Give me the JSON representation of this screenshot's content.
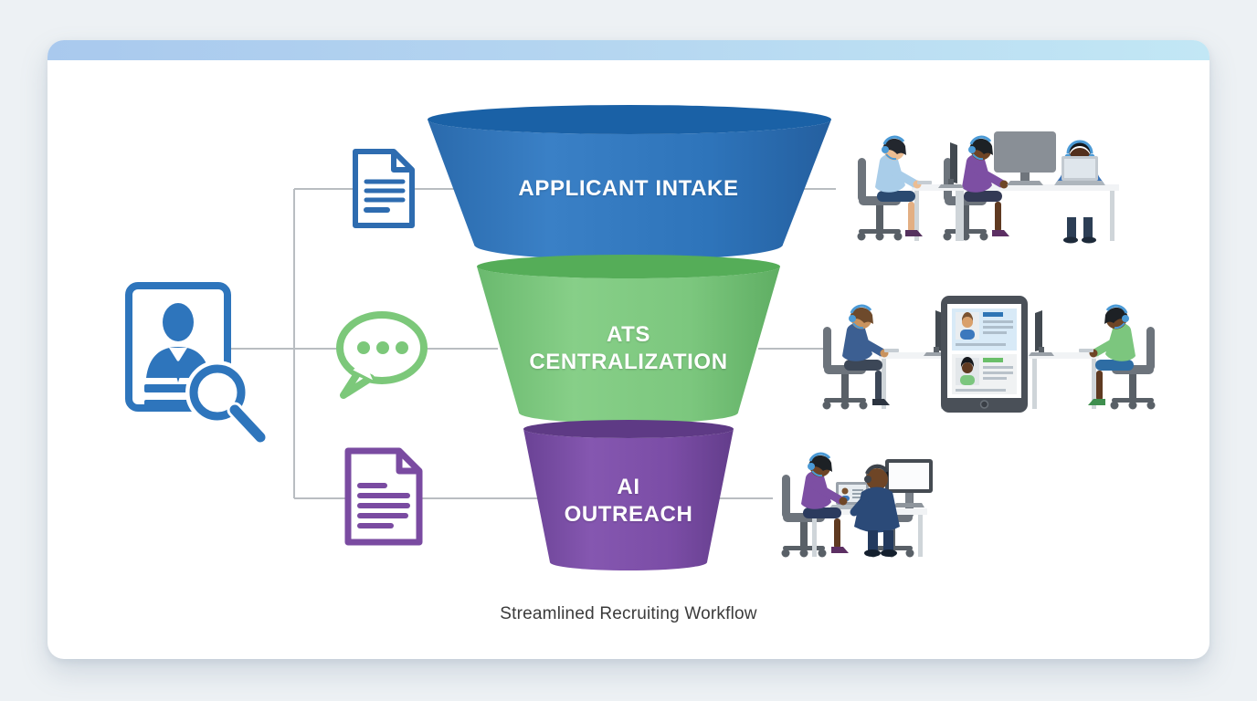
{
  "card": {
    "name": "slide-card",
    "header_gradient_left": "#a9c9ee",
    "header_gradient_right": "#c2e7f5"
  },
  "funnel": {
    "caption": "Streamlined Recruiting Workflow",
    "source_icon": "resume-search-icon",
    "source_icon_color": "#2e75bc",
    "connector_color": "#b9bdc1",
    "stages": [
      {
        "id": "applicant-intake",
        "label": "APPLICANT INTAKE",
        "body_color": "#2e74ba",
        "rim_color": "#1a61a6",
        "icon": "document-icon",
        "icon_color": "#2e6cb0",
        "illustration": "recruiters-at-workstations"
      },
      {
        "id": "ats-centralization",
        "label": "ATS CENTRALIZATION",
        "body_color": "#7cc77e",
        "rim_color": "#55ad58",
        "icon": "chat-bubble-icon",
        "icon_color": "#7cc87a",
        "illustration": "candidate-profiles-on-tablet"
      },
      {
        "id": "ai-outreach",
        "label": "AI OUTREACH",
        "body_color": "#7b4da6",
        "rim_color": "#5e3a85",
        "icon": "document-icon",
        "icon_color": "#7a4ba1",
        "illustration": "recruiter-candidate-meeting"
      }
    ]
  }
}
